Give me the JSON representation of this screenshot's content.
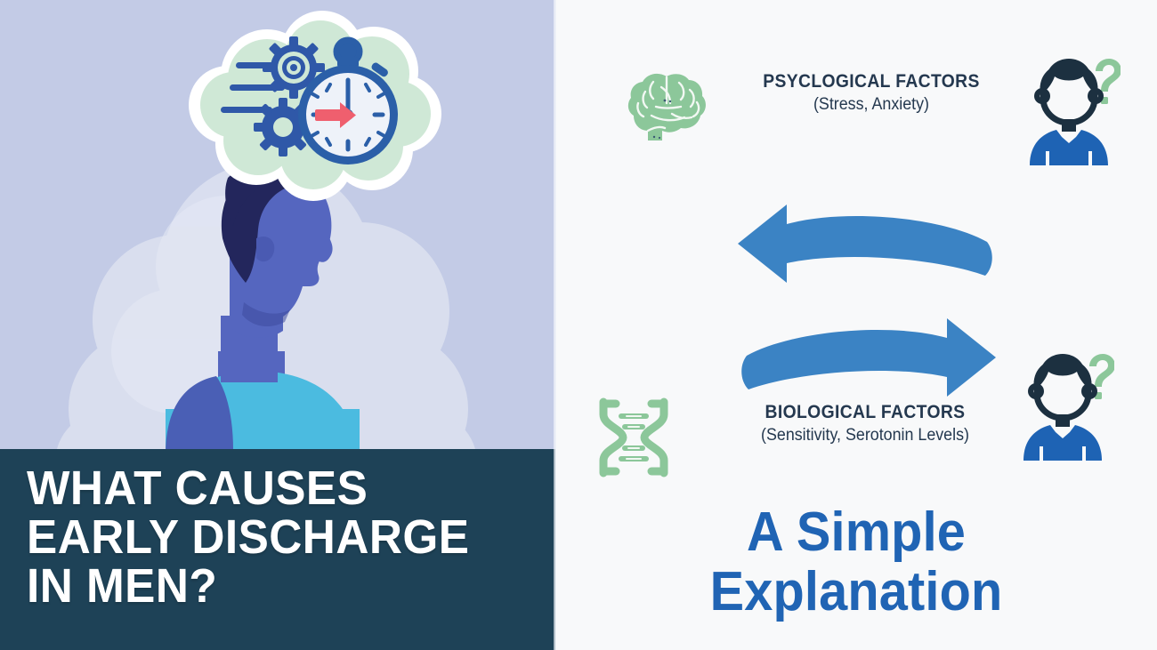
{
  "palette": {
    "left_background": "#c3cbe6",
    "right_background": "#f8f9fa",
    "banner_background": "#1e4257",
    "banner_text": "#ffffff",
    "headline_blue": "#2064b4",
    "arrow_blue": "#3b83c4",
    "icon_green": "#8cc79a",
    "person_shirt_blue": "#1e63b4",
    "person_hair_navy": "#1c3040",
    "factor_text_navy": "#24384f",
    "bubble_green": "#cfe8d6",
    "bubble_outline": "#ffffff",
    "gear_blue": "#2f58a8",
    "stopwatch_blue": "#2b5fa8",
    "stopwatch_face": "#eef2f9",
    "red_arrow": "#ef5f6e",
    "hair_navy": "#23265c",
    "skin_blue": "#5566bf",
    "shirt_cyan": "#4bbbe0",
    "shirt_sleeve": "#4a5fb5",
    "cloud_white": "#dde2f0"
  },
  "left_panel": {
    "illustration_name": "man-thinking-with-stopwatch-thought-bubble",
    "thought_bubble": {
      "name": "thought-bubble",
      "gear_large_label": "gear-large",
      "gear_small_label": "gear-small",
      "stopwatch_label": "stopwatch",
      "speed_lines_label": "speed-lines",
      "red_arrow_label": "red-arrow"
    },
    "banner": {
      "text": "WHAT CAUSES\nEARLY DISCHARGE\nIN MEN?"
    }
  },
  "right_panel": {
    "factors": [
      {
        "id": "psychological",
        "icon": "brain-icon",
        "title": "PSYCLOGICAL FACTORS",
        "subtitle": "(Stress, Anxiety)",
        "person_icon": "person-with-question-mark-icon"
      },
      {
        "id": "biological",
        "icon": "dna-icon",
        "title": "BIOLOGICAL FACTORS",
        "subtitle": "(Sensitivity, Serotonin Levels)",
        "person_icon": "person-with-question-mark-icon"
      }
    ],
    "arrows": [
      {
        "id": "arrow-left",
        "direction": "left",
        "label": "curved-arrow-left"
      },
      {
        "id": "arrow-right",
        "direction": "right",
        "label": "curved-arrow-right"
      }
    ],
    "headline": "A Simple\nExplanation"
  }
}
